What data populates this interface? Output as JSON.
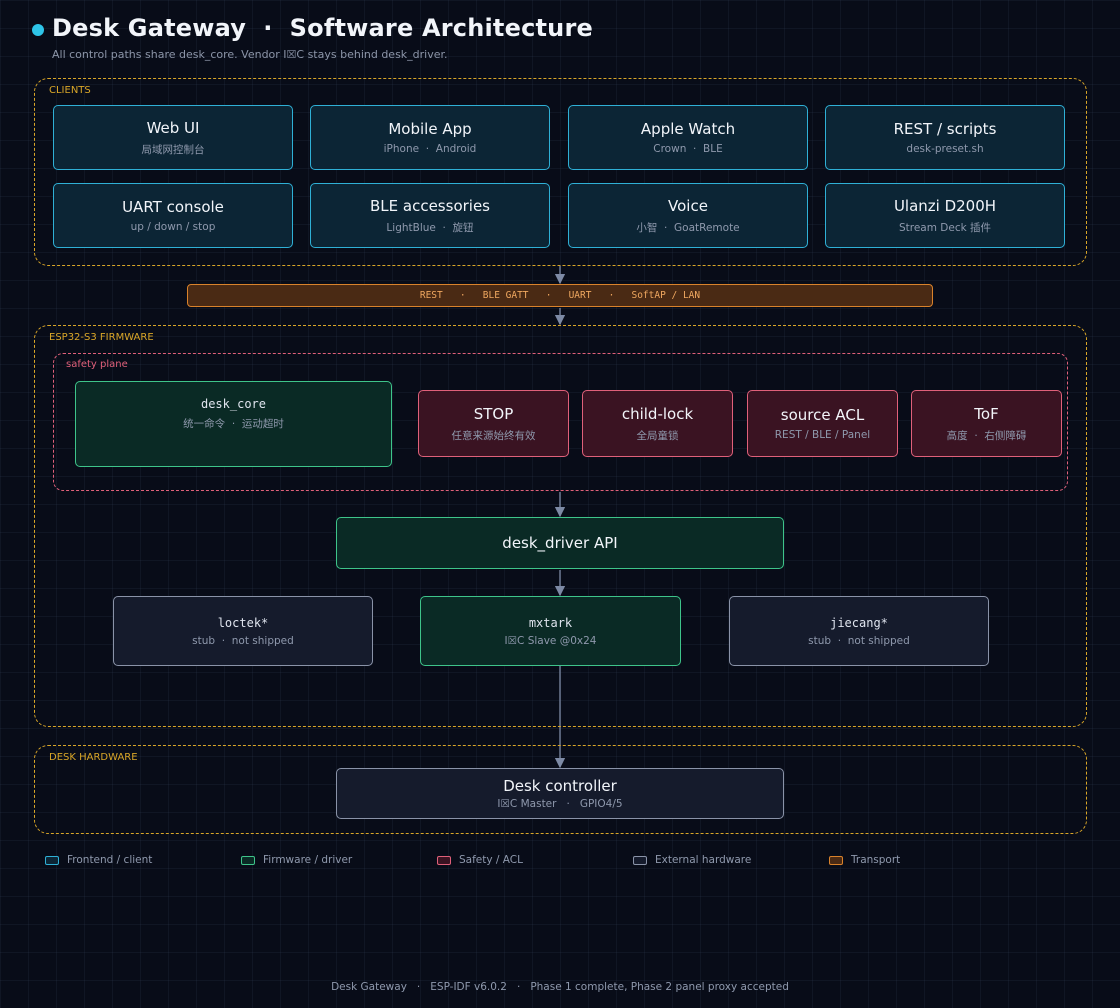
{
  "title": "Desk Gateway  ·  Software Architecture",
  "subtitle": "All control paths share desk_core. Vendor I☒C stays behind desk_driver.",
  "zones": {
    "clients": "CLIENTS",
    "firmware": "ESP32-S3 FIRMWARE",
    "safety_plane": "safety plane",
    "hardware": "DESK HARDWARE"
  },
  "clients": [
    {
      "title": "Web UI",
      "sub": "局域网控制台"
    },
    {
      "title": "Mobile App",
      "sub": "iPhone  ·  Android"
    },
    {
      "title": "Apple Watch",
      "sub": "Crown  ·  BLE"
    },
    {
      "title": "REST / scripts",
      "sub": "desk-preset.sh"
    },
    {
      "title": "UART console",
      "sub": "up / down / stop"
    },
    {
      "title": "BLE accessories",
      "sub": "LightBlue  ·  旋钮"
    },
    {
      "title": "Voice",
      "sub": "小智  ·  GoatRemote"
    },
    {
      "title": "Ulanzi D200H",
      "sub": "Stream Deck 插件"
    }
  ],
  "transport": "REST   ·   BLE GATT   ·   UART   ·   SoftAP / LAN",
  "desk_core": {
    "title": "desk_core",
    "sub": "统一命令  ·  运动超时"
  },
  "safety": [
    {
      "title": "STOP",
      "sub": "任意来源始终有效"
    },
    {
      "title": "child-lock",
      "sub": "全局童锁"
    },
    {
      "title": "source ACL",
      "sub": "REST / BLE / Panel"
    },
    {
      "title": "ToF",
      "sub": "高度  ·  右侧障碍"
    }
  ],
  "driver_api": "desk_driver API",
  "drivers": [
    {
      "title": "loctek*",
      "sub": "stub  ·  not shipped"
    },
    {
      "title": "mxtark",
      "sub": "I☒C Slave @0x24"
    },
    {
      "title": "jiecang*",
      "sub": "stub  ·  not shipped"
    }
  ],
  "controller": {
    "title": "Desk controller",
    "sub": "I☒C Master   ·   GPIO4/5"
  },
  "legend": [
    {
      "label": "Frontend / client",
      "fill": "#0c2535",
      "stroke": "#2fb0d6"
    },
    {
      "label": "Firmware / driver",
      "fill": "#0a2a25",
      "stroke": "#3ec48a"
    },
    {
      "label": "Safety / ACL",
      "fill": "#3a1322",
      "stroke": "#e0607a"
    },
    {
      "label": "External hardware",
      "fill": "#151b2c",
      "stroke": "#8a93a8"
    },
    {
      "label": "Transport",
      "fill": "#4a2a14",
      "stroke": "#d9822b"
    }
  ],
  "footer": "Desk Gateway   ·   ESP-IDF v6.0.2   ·   Phase 1 complete, Phase 2 panel proxy accepted",
  "colors": {
    "accent": "#2ec4e8",
    "zone": "#d9a628",
    "arrow": "#7d8aa5"
  }
}
